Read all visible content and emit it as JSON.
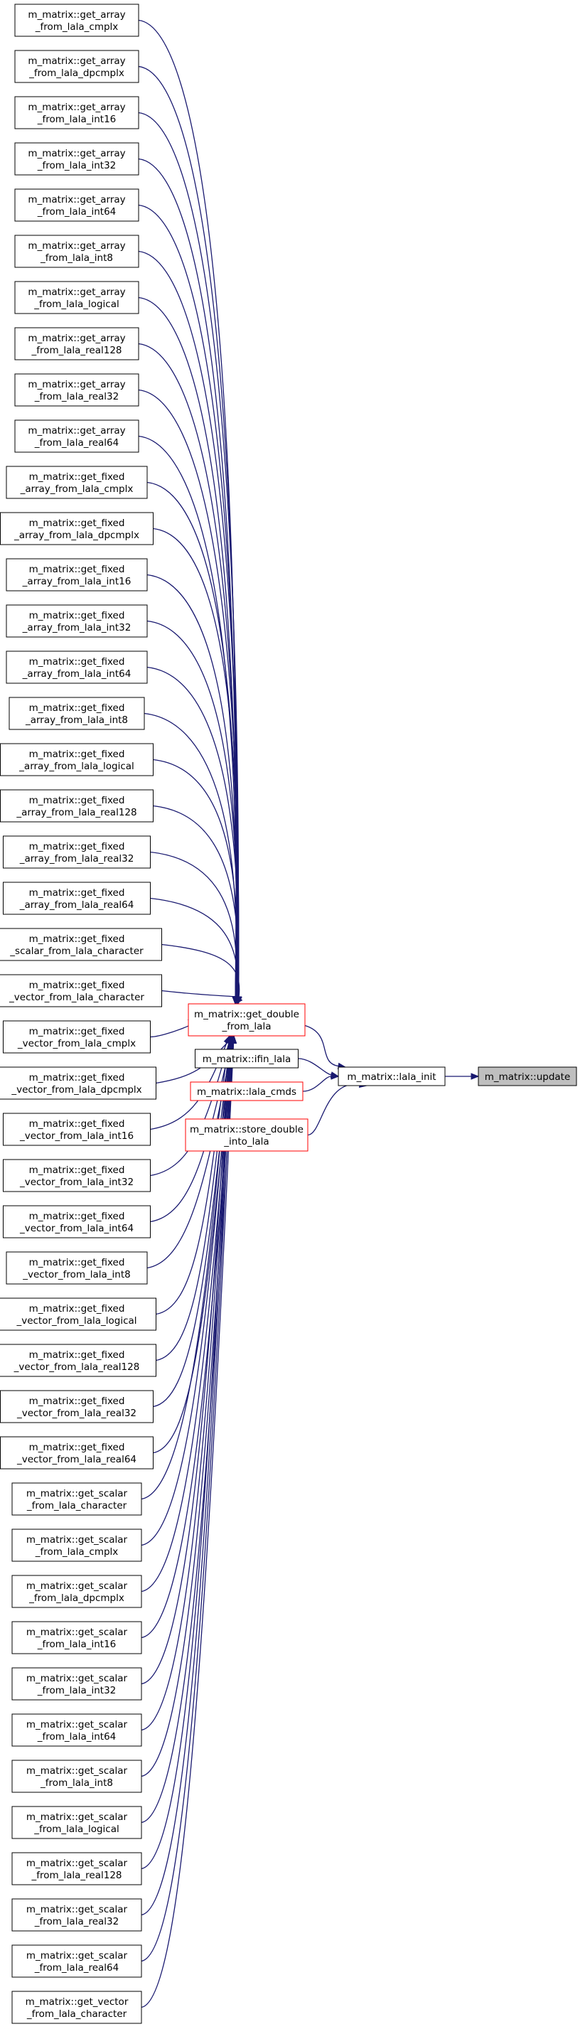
{
  "diagram": {
    "callers_of_get_double": [
      [
        "m_matrix::get_array",
        "_from_lala_cmplx"
      ],
      [
        "m_matrix::get_array",
        "_from_lala_dpcmplx"
      ],
      [
        "m_matrix::get_array",
        "_from_lala_int16"
      ],
      [
        "m_matrix::get_array",
        "_from_lala_int32"
      ],
      [
        "m_matrix::get_array",
        "_from_lala_int64"
      ],
      [
        "m_matrix::get_array",
        "_from_lala_int8"
      ],
      [
        "m_matrix::get_array",
        "_from_lala_logical"
      ],
      [
        "m_matrix::get_array",
        "_from_lala_real128"
      ],
      [
        "m_matrix::get_array",
        "_from_lala_real32"
      ],
      [
        "m_matrix::get_array",
        "_from_lala_real64"
      ],
      [
        "m_matrix::get_fixed",
        "_array_from_lala_cmplx"
      ],
      [
        "m_matrix::get_fixed",
        "_array_from_lala_dpcmplx"
      ],
      [
        "m_matrix::get_fixed",
        "_array_from_lala_int16"
      ],
      [
        "m_matrix::get_fixed",
        "_array_from_lala_int32"
      ],
      [
        "m_matrix::get_fixed",
        "_array_from_lala_int64"
      ],
      [
        "m_matrix::get_fixed",
        "_array_from_lala_int8"
      ],
      [
        "m_matrix::get_fixed",
        "_array_from_lala_logical"
      ],
      [
        "m_matrix::get_fixed",
        "_array_from_lala_real128"
      ],
      [
        "m_matrix::get_fixed",
        "_array_from_lala_real32"
      ],
      [
        "m_matrix::get_fixed",
        "_array_from_lala_real64"
      ],
      [
        "m_matrix::get_fixed",
        "_scalar_from_lala_character"
      ],
      [
        "m_matrix::get_fixed",
        "_vector_from_lala_character"
      ],
      [
        "m_matrix::get_fixed",
        "_vector_from_lala_cmplx"
      ],
      [
        "m_matrix::get_fixed",
        "_vector_from_lala_dpcmplx"
      ],
      [
        "m_matrix::get_fixed",
        "_vector_from_lala_int16"
      ],
      [
        "m_matrix::get_fixed",
        "_vector_from_lala_int32"
      ],
      [
        "m_matrix::get_fixed",
        "_vector_from_lala_int64"
      ],
      [
        "m_matrix::get_fixed",
        "_vector_from_lala_int8"
      ],
      [
        "m_matrix::get_fixed",
        "_vector_from_lala_logical"
      ],
      [
        "m_matrix::get_fixed",
        "_vector_from_lala_real128"
      ],
      [
        "m_matrix::get_fixed",
        "_vector_from_lala_real32"
      ],
      [
        "m_matrix::get_fixed",
        "_vector_from_lala_real64"
      ],
      [
        "m_matrix::get_scalar",
        "_from_lala_character"
      ],
      [
        "m_matrix::get_scalar",
        "_from_lala_cmplx"
      ],
      [
        "m_matrix::get_scalar",
        "_from_lala_dpcmplx"
      ],
      [
        "m_matrix::get_scalar",
        "_from_lala_int16"
      ],
      [
        "m_matrix::get_scalar",
        "_from_lala_int32"
      ],
      [
        "m_matrix::get_scalar",
        "_from_lala_int64"
      ],
      [
        "m_matrix::get_scalar",
        "_from_lala_int8"
      ],
      [
        "m_matrix::get_scalar",
        "_from_lala_logical"
      ],
      [
        "m_matrix::get_scalar",
        "_from_lala_real128"
      ],
      [
        "m_matrix::get_scalar",
        "_from_lala_real32"
      ],
      [
        "m_matrix::get_scalar",
        "_from_lala_real64"
      ],
      [
        "m_matrix::get_vector",
        "_from_lala_character"
      ]
    ],
    "get_double": [
      "m_matrix::get_double",
      "_from_lala"
    ],
    "callers_of_lala_init": [
      [
        "m_matrix::ifin_lala"
      ],
      [
        "m_matrix::lala_cmds"
      ],
      [
        "m_matrix::store_double",
        "_into_lala"
      ]
    ],
    "lala_init": [
      "m_matrix::lala_init"
    ],
    "target": [
      "m_matrix::update"
    ],
    "colors": {
      "edge": "#191970",
      "truncated_border": "#ff0000",
      "normal_border": "#000000",
      "target_fill": "#bfbfbf"
    }
  }
}
